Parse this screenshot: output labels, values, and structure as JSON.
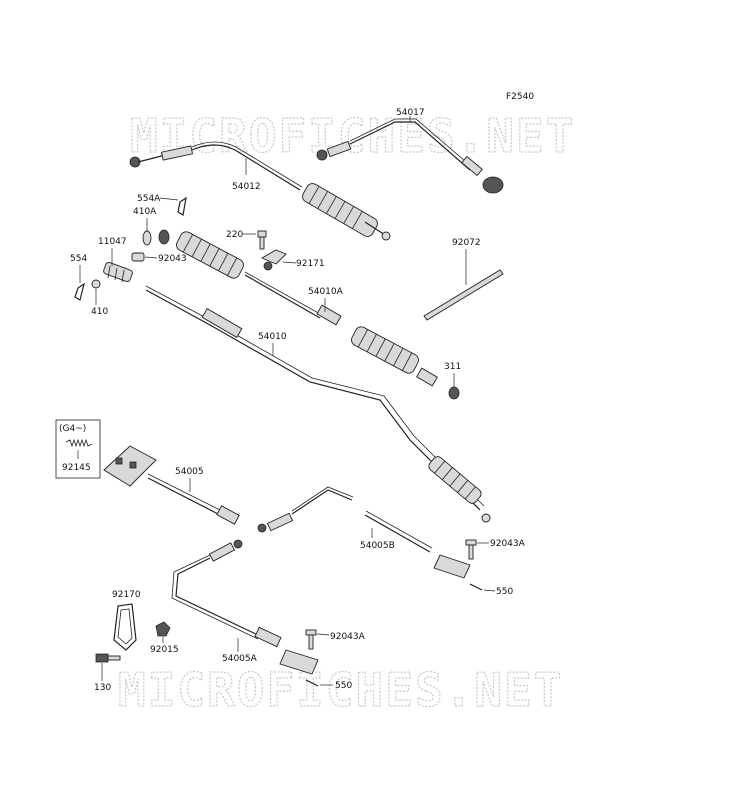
{
  "figure_code": "F2540",
  "watermark": "MICROFICHES.NET",
  "variant_box_label": "(G4~)",
  "labels": {
    "p54017": "54017",
    "p54012": "54012",
    "p554A": "554A",
    "p410A": "410A",
    "p220": "220",
    "p11047": "11047",
    "p92043": "92043",
    "p92171": "92171",
    "p554": "554",
    "p410": "410",
    "p92072": "92072",
    "p54010A": "54010A",
    "p54010": "54010",
    "p311": "311",
    "p92145": "92145",
    "p54005": "54005",
    "p54005B": "54005B",
    "p92043A_1": "92043A",
    "p550_1": "550",
    "p92170": "92170",
    "p92015": "92015",
    "p130": "130",
    "p54005A": "54005A",
    "p92043A_2": "92043A",
    "p550_2": "550"
  }
}
